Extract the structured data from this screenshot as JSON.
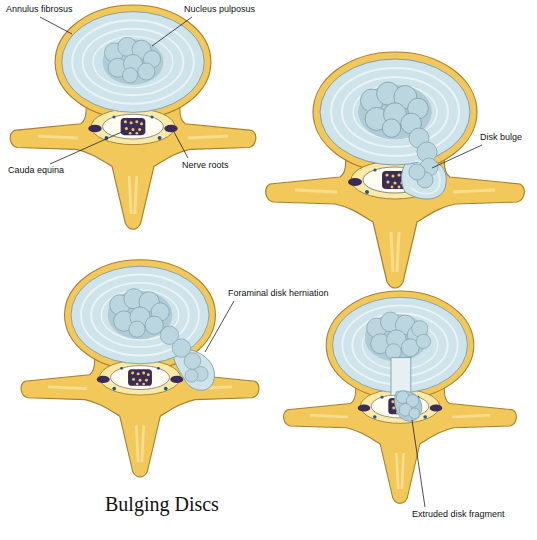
{
  "diagram": {
    "caption": "Bulging Discs",
    "labels": [
      "Annulus fibrosus",
      "Nucleus pulposus",
      "Cauda equina",
      "Nerve roots",
      "Disk bulge",
      "Foraminal disk herniation",
      "Extruded disk fragment"
    ]
  }
}
